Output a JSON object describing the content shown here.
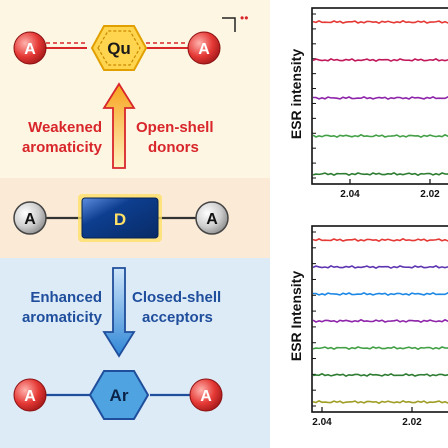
{
  "scheme": {
    "top": {
      "end_left": "A",
      "core": "Qu",
      "end_right": "A",
      "charge_mark": "••",
      "arrow_left_text": [
        "Weakened",
        "aromaticity"
      ],
      "arrow_right_text": [
        "Open-shell",
        "donors"
      ]
    },
    "middle": {
      "end_left": "A",
      "core": "D",
      "end_right": "A"
    },
    "bottom": {
      "end_left": "A",
      "core": "Ar",
      "end_right": "A",
      "arrow_left_text": [
        "Enhanced",
        "aromaticity"
      ],
      "arrow_right_text": [
        "Closed-shell",
        "acceptors"
      ]
    }
  },
  "colors": {
    "top_panel": "#FDF6E3",
    "middle_panel": "#FBEBD6",
    "bottom_panel": "#DDEBF7",
    "red_text": "#D8262B",
    "blue_text": "#1F4E9C",
    "red_node": "#E53935",
    "grey_node": "#C8C8C8",
    "qu_hex": "#FFD54F",
    "ar_hex": "#4FA3E0",
    "d_box": "#0D3E8F"
  },
  "chart_data": [
    {
      "type": "line",
      "ylabel": "ESR intensity",
      "x_ticks": [
        "2.04",
        "2.02"
      ],
      "series": [
        {
          "color": "#E53935"
        },
        {
          "color": "#C2185B"
        },
        {
          "color": "#8E24AA"
        },
        {
          "color": "#43A047"
        },
        {
          "color": "#2E7D32"
        }
      ],
      "grid": false
    },
    {
      "type": "line",
      "ylabel": "ESR Intensity",
      "x_ticks": [
        "2.04",
        "2.02"
      ],
      "series": [
        {
          "color": "#E53935"
        },
        {
          "color": "#5E35B1"
        },
        {
          "color": "#1E88E5"
        },
        {
          "color": "#8E24AA"
        },
        {
          "color": "#43A047"
        },
        {
          "color": "#2E7D32"
        },
        {
          "color": "#9E9D24"
        }
      ],
      "grid": false
    }
  ]
}
